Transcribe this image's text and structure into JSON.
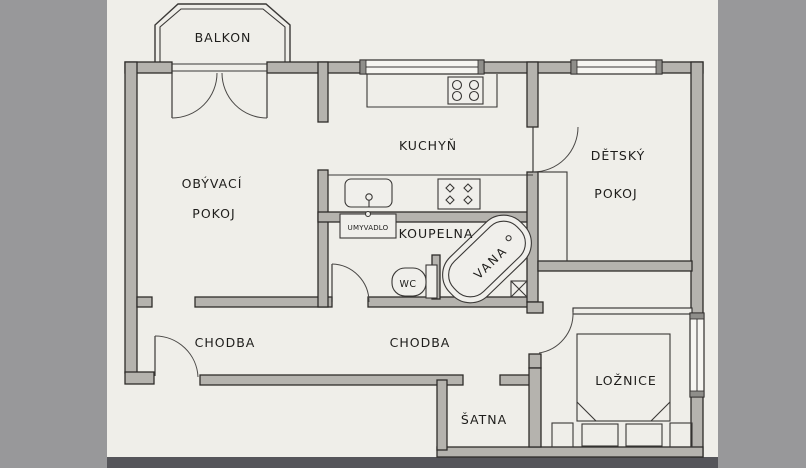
{
  "meta": {
    "drawing_type": "apartment floor plan, hand-drawn pencil style",
    "language": "Czech"
  },
  "palette": {
    "background": "#98989a",
    "paper": "#efeee9",
    "wall_fill": "#b5b3ae",
    "line": "#2e2c2a",
    "paper_bottom_edge": "#55555a"
  },
  "rooms": {
    "balkon": {
      "label": "BALKON"
    },
    "obyvaci_pokoj": {
      "label_line1": "OBÝVACÍ",
      "label_line2": "POKOJ"
    },
    "kuchyn": {
      "label": "KUCHYŇ"
    },
    "detsky_pokoj": {
      "label_line1": "DĚTSKÝ",
      "label_line2": "POKOJ"
    },
    "koupelna": {
      "label": "KOUPELNA"
    },
    "chodba_left": {
      "label": "CHODBA"
    },
    "chodba_mid": {
      "label": "CHODBA"
    },
    "satna": {
      "label": "ŠATNA"
    },
    "loznice": {
      "label": "LOŽNICE"
    }
  },
  "fixtures": {
    "umyvadlo": {
      "label": "UMYVADLO",
      "icon": "washbasin-icon"
    },
    "wc": {
      "label": "WC",
      "icon": "toilet-icon"
    },
    "vana": {
      "label": "VANA",
      "icon": "bathtub-icon"
    },
    "stove_top": {
      "icon": "stove-4-burner-icon"
    },
    "hob_lower": {
      "icon": "hob-4-burner-icon"
    },
    "kitchen_sink": {
      "icon": "kitchen-sink-icon"
    },
    "floor_drain": {
      "icon": "floor-drain-icon"
    },
    "bed": {
      "icon": "double-bed-icon"
    },
    "wardrobe": {
      "icon": "wardrobe-icon"
    }
  }
}
